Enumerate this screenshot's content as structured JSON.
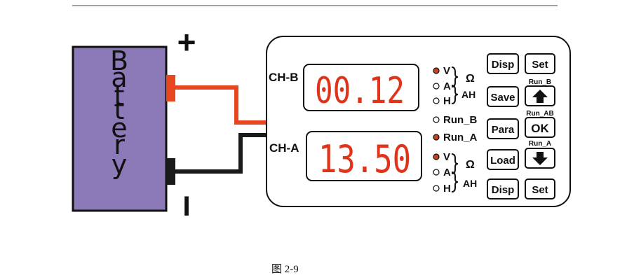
{
  "battery": {
    "label_letters": [
      "B",
      "a",
      "t",
      "t",
      "e",
      "r",
      "y"
    ],
    "plus_sign": "+",
    "minus_sign": "I",
    "fill_color": "#8c7ab8"
  },
  "wires": {
    "positive_color": "#e8461e",
    "negative_color": "#1a1a1a"
  },
  "meter": {
    "display_color": "#e0341a",
    "led_on_color": "#c8401e",
    "ch_b": {
      "label": "CH-B",
      "reading": "00.12",
      "indicators": [
        {
          "label": "V",
          "on": true
        },
        {
          "label": "A",
          "on": false
        },
        {
          "label": "H",
          "on": false
        }
      ],
      "unit_ohm": "Ω",
      "unit_ah": "AH"
    },
    "ch_a": {
      "label": "CH-A",
      "reading": "13.50",
      "indicators": [
        {
          "label": "V",
          "on": true
        },
        {
          "label": "A",
          "on": false
        },
        {
          "label": "H",
          "on": false
        }
      ],
      "unit_ohm": "Ω",
      "unit_ah": "AH"
    },
    "run_indicators": [
      {
        "label": "Run_B",
        "on": false
      },
      {
        "label": "Run_A",
        "on": true
      }
    ],
    "buttons": {
      "disp_top": "Disp",
      "set_top": "Set",
      "save": "Save",
      "up_caption": "Run_B",
      "para": "Para",
      "ok_caption": "Run_AB",
      "ok": "OK",
      "load": "Load",
      "down_caption": "Run_A",
      "disp_bottom": "Disp",
      "set_bottom": "Set"
    }
  },
  "caption": "图 2-9"
}
